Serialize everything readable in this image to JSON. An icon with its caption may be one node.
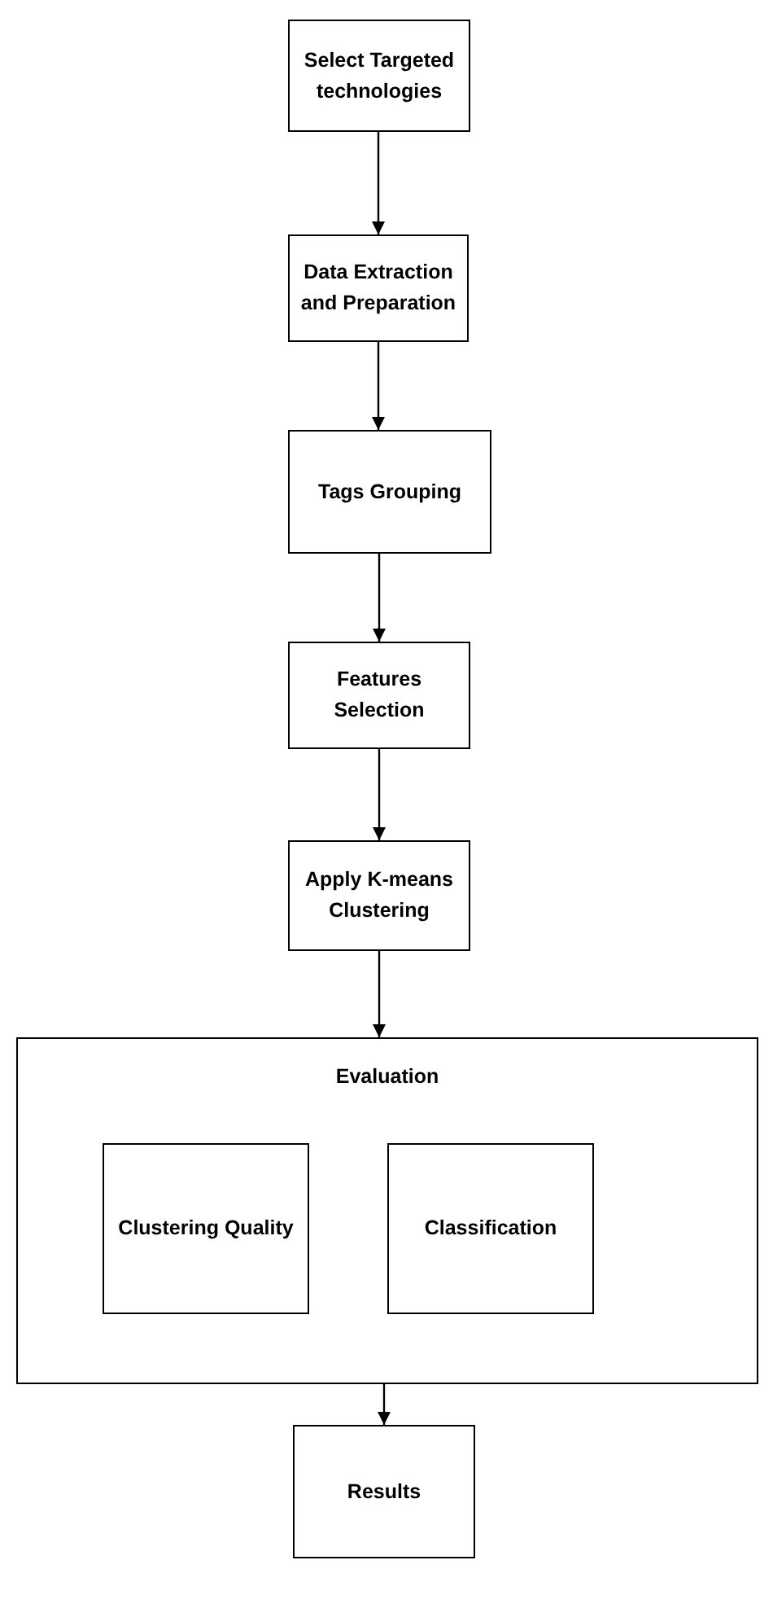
{
  "diagram": {
    "nodes": [
      {
        "text": [
          "Select Targeted technologies"
        ]
      },
      {
        "text": [
          "Data Extraction and Preparation"
        ]
      },
      {
        "text": [
          "Tags Grouping"
        ]
      },
      {
        "text": [
          "Features Selection"
        ]
      },
      {
        "text": [
          "Apply K-means Clustering"
        ]
      },
      {
        "text": [
          "Evaluation"
        ]
      },
      {
        "text": [
          "Clustering Quality"
        ],
        "in": 5
      },
      {
        "text": [
          "Classification"
        ],
        "in": 5
      },
      {
        "text": [
          "Results"
        ]
      }
    ],
    "edges": [
      {
        "from": 0,
        "to": 1,
        "arrow": "to"
      },
      {
        "from": 1,
        "to": 2,
        "arrow": "to"
      },
      {
        "from": 2,
        "to": 3,
        "arrow": "to"
      },
      {
        "from": 3,
        "to": 4,
        "arrow": "to"
      },
      {
        "from": 4,
        "to": 5,
        "arrow": "to"
      },
      {
        "from": 5,
        "to": 8,
        "arrow": "to"
      }
    ]
  }
}
